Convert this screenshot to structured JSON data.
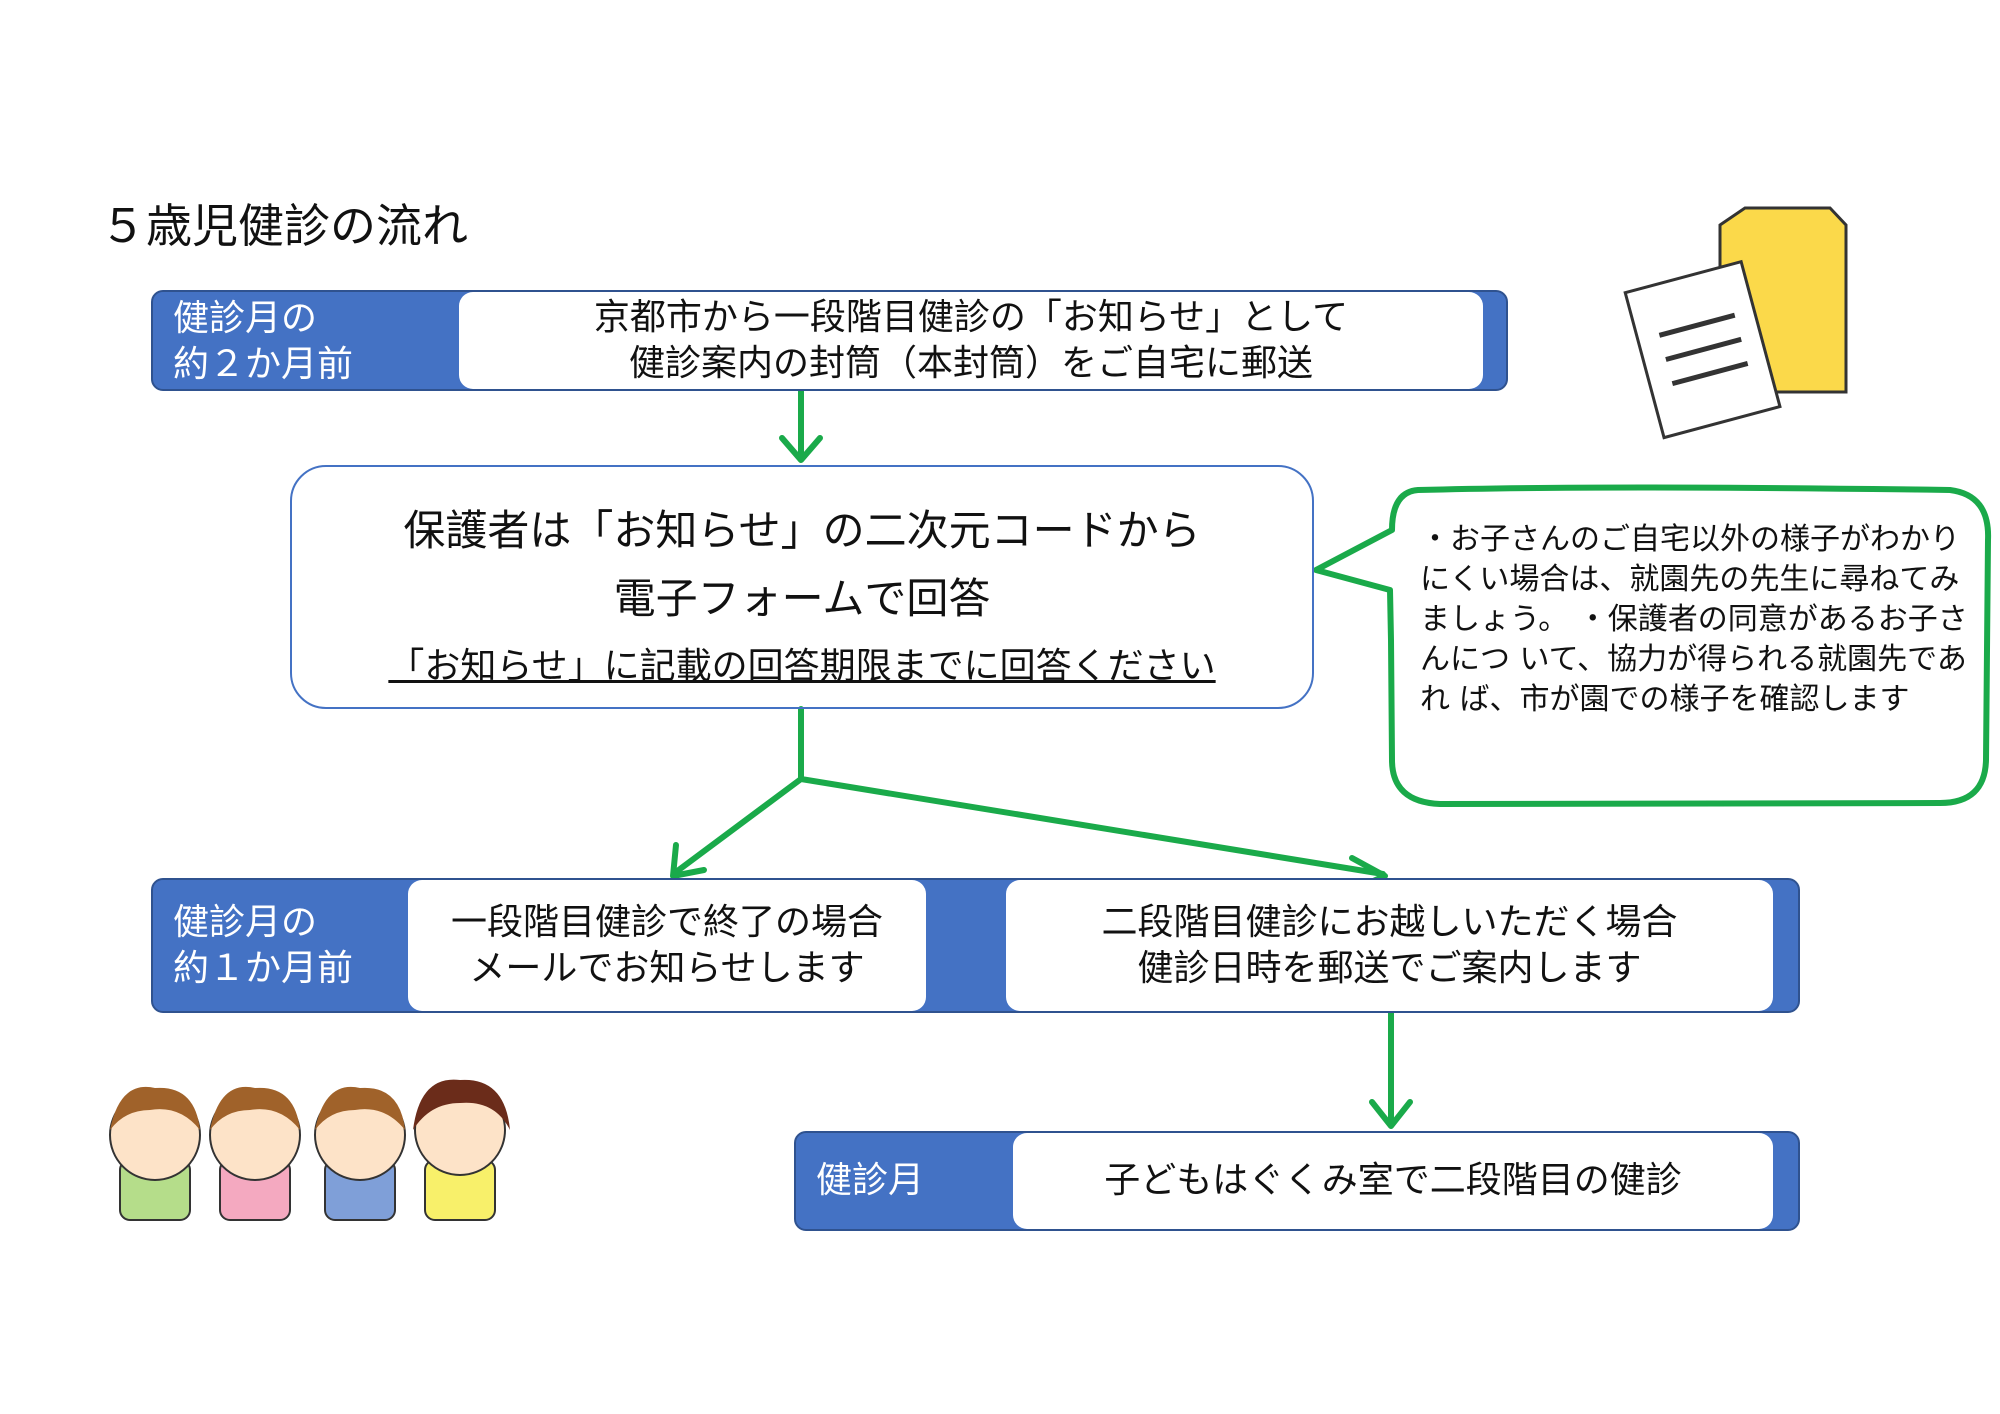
{
  "title": "５歳児健診の流れ",
  "step1": {
    "label": [
      "健診月の",
      "約２か月前"
    ],
    "text": [
      "京都市から一段階目健診の「お知らせ」として",
      "健診案内の封筒（本封筒）をご自宅に郵送"
    ]
  },
  "step2": {
    "text": [
      "保護者は「お知らせ」の二次元コードから",
      "電子フォームで回答"
    ],
    "note": "「お知らせ」に記載の回答期限までに回答ください"
  },
  "callout": "・お子さんのご自宅以外の様子がわかりにくい場合は、就園先の先生に尋ねてみましょう。 ・保護者の同意があるお子さんにつ いて、協力が得られる就園先であれ ば、市が園での様子を確認します",
  "step3": {
    "label": [
      "健診月の",
      "約１か月前"
    ],
    "left": [
      "一段階目健診で終了の場合",
      "メールでお知らせします"
    ],
    "right": [
      "二段階目健診にお越しいただく場合",
      "健診日時を郵送でご案内します"
    ]
  },
  "step4": {
    "label": "健診月",
    "text": "子どもはぐくみ室で二段階目の健診"
  },
  "colors": {
    "band": "#4472c4",
    "arrow": "#1aaa4a",
    "envelope": "#fbd94a"
  }
}
